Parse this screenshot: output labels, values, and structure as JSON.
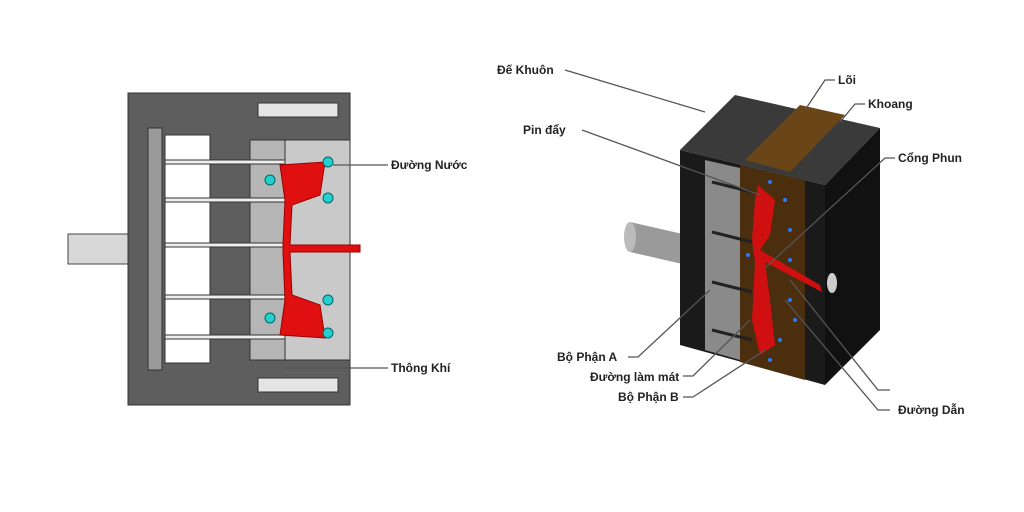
{
  "left_diagram": {
    "labels": {
      "water_line": "Đường Nước",
      "vent": "Thông Khí"
    }
  },
  "right_diagram": {
    "labels": {
      "mold_base": "Đế Khuôn",
      "core": "Lõi",
      "cavity": "Khoang",
      "ejector_pin": "Pin đẩy",
      "sprue": "Cổng Phun",
      "part_a": "Bộ Phận A",
      "cooling_line": "Đường làm mát",
      "part_b": "Bộ Phận B",
      "runner": "Đường Dẫn"
    }
  },
  "colors": {
    "plastic": "#e01010",
    "water": "#22d0d0",
    "steel": "#5a5a5a",
    "core_brown": "#5a3a14",
    "cooling_dots": "#2a7aff"
  }
}
